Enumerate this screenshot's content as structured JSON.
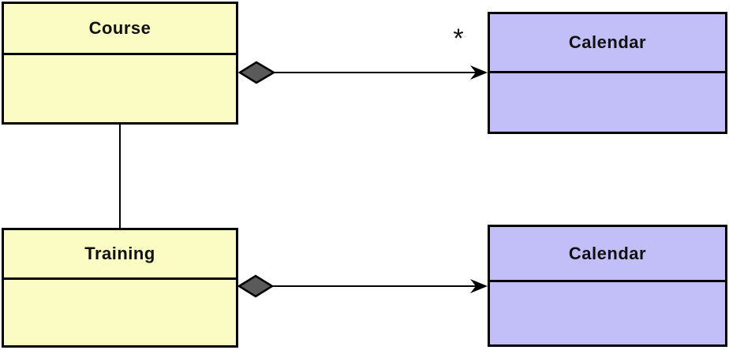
{
  "diagram": {
    "type": "uml-class-diagram",
    "nodes": [
      {
        "id": "course",
        "label": "Course",
        "fill": "#FBFBC4",
        "compartments": 2
      },
      {
        "id": "calendar-top",
        "label": "Calendar",
        "fill": "#C2BFF8",
        "compartments": 2
      },
      {
        "id": "training",
        "label": "Training",
        "fill": "#FBFBC4",
        "compartments": 2
      },
      {
        "id": "calendar-bottom",
        "label": "Calendar",
        "fill": "#C2BFF8",
        "compartments": 2
      }
    ],
    "edges": [
      {
        "from": "course",
        "to": "calendar-top",
        "type": "aggregation",
        "diamond_end": "course",
        "arrow_end": "calendar-top",
        "multiplicity_at_target": "*"
      },
      {
        "from": "training",
        "to": "calendar-bottom",
        "type": "aggregation",
        "diamond_end": "training",
        "arrow_end": "calendar-bottom",
        "multiplicity_at_target": ""
      },
      {
        "from": "course",
        "to": "training",
        "type": "association",
        "multiplicity_at_target": ""
      }
    ],
    "colors": {
      "class_yellow": "#FBFBC4",
      "class_purple": "#C2BFF8",
      "diamond_gray": "#5A5A5A",
      "line_black": "#000000",
      "background": "#FFFFFF"
    }
  }
}
